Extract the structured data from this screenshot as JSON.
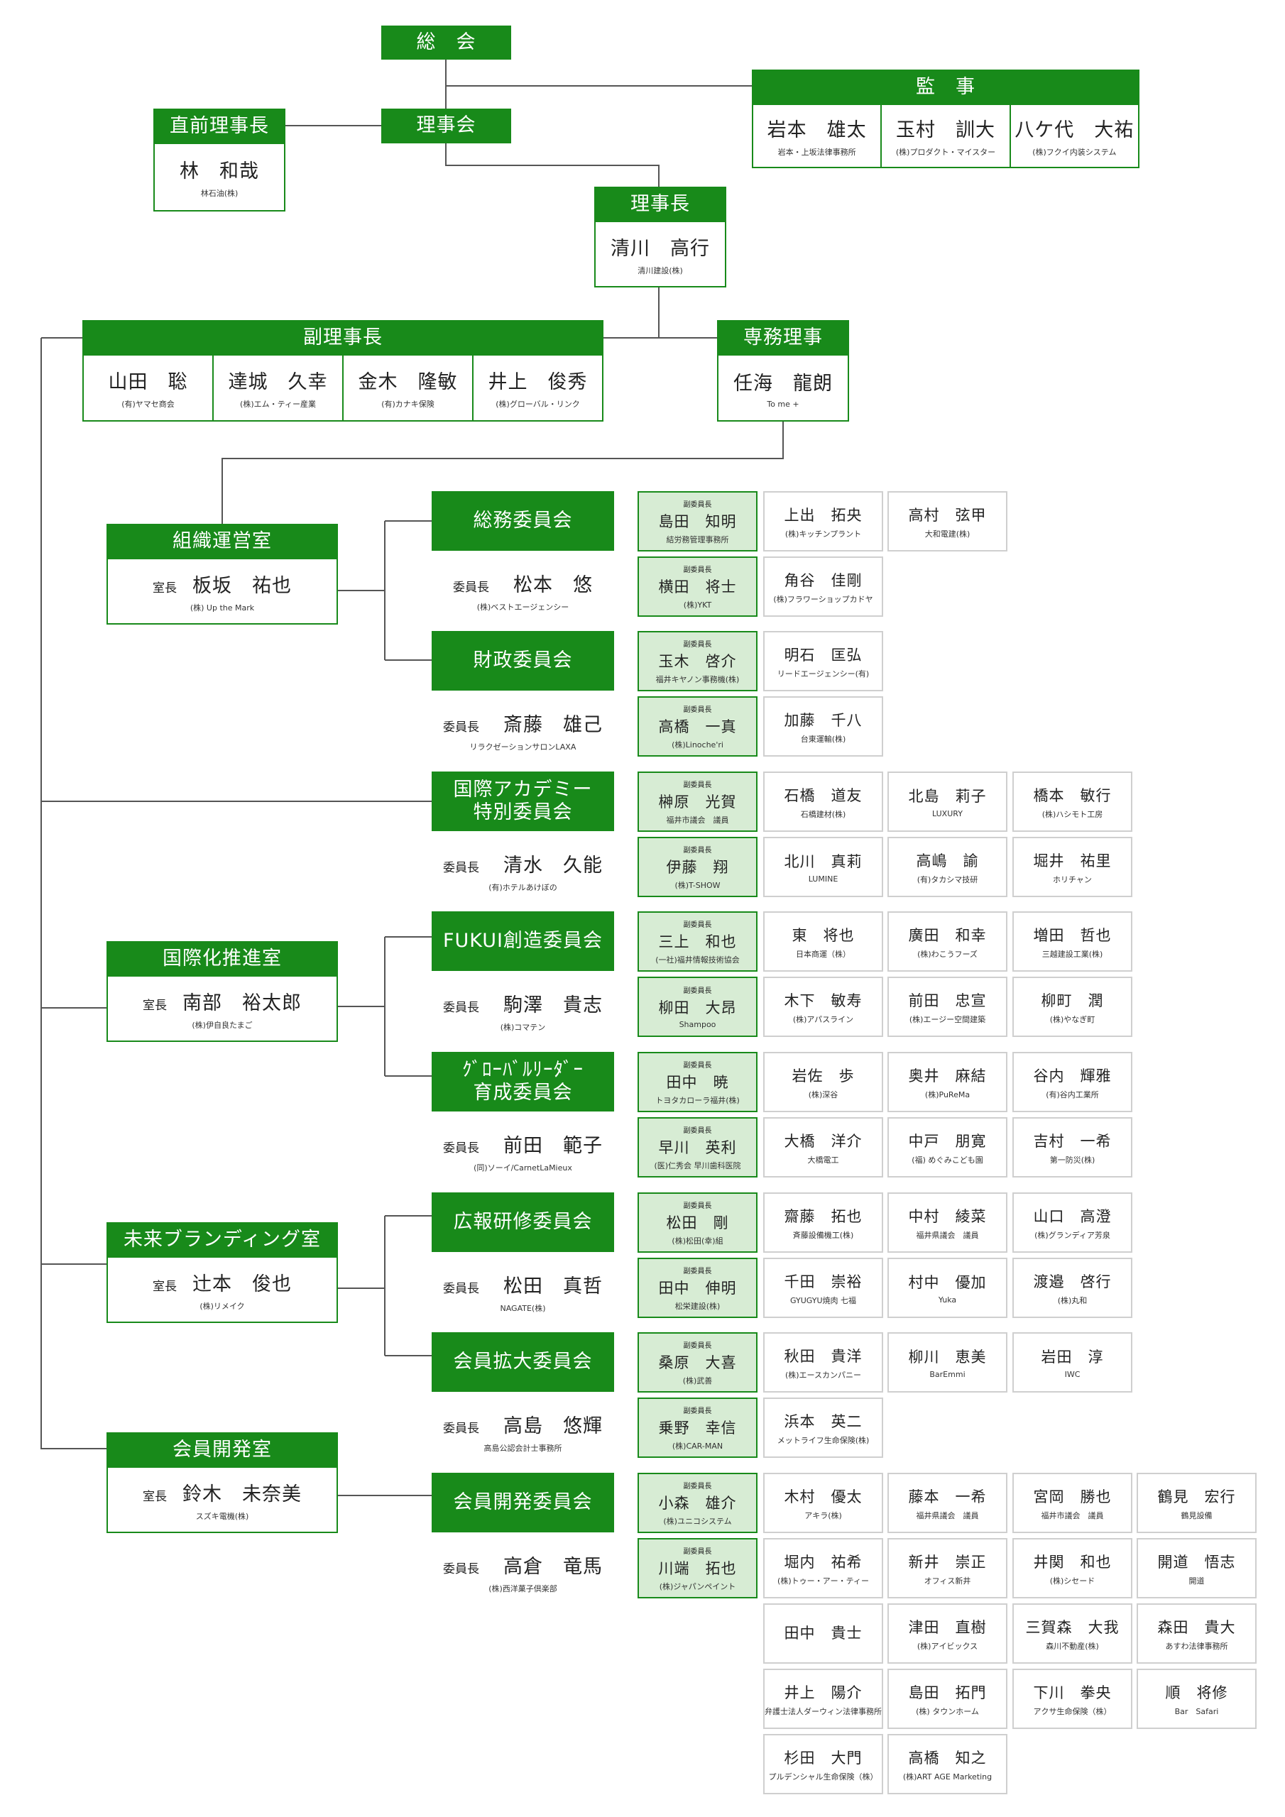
{
  "top": {
    "assembly": "総　会",
    "board": "理事会",
    "auditor": {
      "title": "監　事",
      "members": [
        {
          "name": "岩本　雄太",
          "company": "岩本・上坂法律事務所"
        },
        {
          "name": "玉村　訓大",
          "company": "(株)プロダクト・マイスター"
        },
        {
          "name": "八ケ代　大祐",
          "company": "(株)フクイ内装システム"
        }
      ]
    },
    "former": {
      "title": "直前理事長",
      "name": "林　和哉",
      "company": "林石油(株)"
    },
    "president": {
      "title": "理事長",
      "name": "清川　高行",
      "company": "清川建設(株)"
    },
    "vice": {
      "title": "副理事長",
      "members": [
        {
          "name": "山田　聡",
          "company": "(有)ヤマセ商会"
        },
        {
          "name": "達城　久幸",
          "company": "(株)エム・ティー産業"
        },
        {
          "name": "金木　隆敏",
          "company": "(有)カナキ保険"
        },
        {
          "name": "井上　俊秀",
          "company": "(株)グローバル・リンク"
        }
      ]
    },
    "executive": {
      "title": "専務理事",
      "name": "任海　龍朗",
      "company": "To me +"
    }
  },
  "offices": [
    {
      "title": "組織運営室",
      "role": "室長",
      "name": "板坂　祐也",
      "company": "(株) Up the Mark"
    },
    {
      "title": "国際化推進室",
      "role": "室長",
      "name": "南部　裕太郎",
      "company": "(株)伊自良たまご"
    },
    {
      "title": "未来ブランディング室",
      "role": "室長",
      "name": "辻本　俊也",
      "company": "(株)リメイク"
    },
    {
      "title": "会員開発室",
      "role": "室長",
      "name": "鈴木　未奈美",
      "company": "スズキ電機(株)"
    }
  ],
  "vice_label": "副委員長",
  "committees": [
    {
      "title": "総務委員会",
      "role": "委員長",
      "chair": "松本　悠",
      "chair_company": "(株)ベストエージェンシー",
      "vices": [
        {
          "name": "島田　知明",
          "company": "結労務管理事務所"
        },
        {
          "name": "横田　将士",
          "company": "(株)YKT"
        }
      ],
      "members": [
        {
          "name": "上出　拓央",
          "company": "(株)キッチンプラント"
        },
        {
          "name": "高村　弦甲",
          "company": "大和電建(株)"
        },
        {
          "name": "角谷　佳剛",
          "company": "(株)フラワーショップカドヤ"
        }
      ]
    },
    {
      "title": "財政委員会",
      "role": "委員長",
      "chair": "斎藤　雄己",
      "chair_company": "リラクゼーションサロンLAXA",
      "vices": [
        {
          "name": "玉木　啓介",
          "company": "福井キヤノン事務機(株)"
        },
        {
          "name": "高橋　一真",
          "company": "(株)Linoche'ri"
        }
      ],
      "members": [
        {
          "name": "明石　匡弘",
          "company": "リードエージェンシー(有)"
        },
        {
          "name": "加藤　千八",
          "company": "台東運輸(株)"
        }
      ]
    },
    {
      "title": "国際アカデミー\n特別委員会",
      "role": "委員長",
      "chair": "清水　久能",
      "chair_company": "(有)ホテルあけぼの",
      "vices": [
        {
          "name": "榊原　光賀",
          "company": "福井市議会　議員"
        },
        {
          "name": "伊藤　翔",
          "company": "(株)T-SHOW"
        }
      ],
      "members": [
        {
          "name": "石橋　道友",
          "company": "石橋建材(株)"
        },
        {
          "name": "北島　莉子",
          "company": "LUXURY"
        },
        {
          "name": "橋本　敏行",
          "company": "(株)ハシモト工房"
        },
        {
          "name": "北川　真莉",
          "company": "LUMINE"
        },
        {
          "name": "高嶋　諭",
          "company": "(有)タカシマ技研"
        },
        {
          "name": "堀井　祐里",
          "company": "ホリチャン"
        }
      ]
    },
    {
      "title": "FUKUI創造委員会",
      "role": "委員長",
      "chair": "駒澤　貴志",
      "chair_company": "(株)コマテン",
      "vices": [
        {
          "name": "三上　和也",
          "company": "(一社)福井情報技術協会"
        },
        {
          "name": "柳田　大昂",
          "company": "Shampoo"
        }
      ],
      "members": [
        {
          "name": "東　将也",
          "company": "日本商運（株）"
        },
        {
          "name": "廣田　和幸",
          "company": "(株)わこうフーズ"
        },
        {
          "name": "増田　哲也",
          "company": "三越建設工業(株)"
        },
        {
          "name": "木下　敏寿",
          "company": "(株)アパスライン"
        },
        {
          "name": "前田　忠宣",
          "company": "(株)エージー空間建築"
        },
        {
          "name": "柳町　潤",
          "company": "(株)やなぎ町"
        }
      ]
    },
    {
      "title": "ｸﾞﾛｰﾊﾞﾙﾘｰﾀﾞｰ\n育成委員会",
      "role": "委員長",
      "chair": "前田　範子",
      "chair_company": "(同)ソーイ/CarnetLaMieux",
      "vices": [
        {
          "name": "田中　暁",
          "company": "トヨタカローラ福井(株)"
        },
        {
          "name": "早川　英利",
          "company": "(医)仁秀会 早川歯科医院"
        }
      ],
      "members": [
        {
          "name": "岩佐　歩",
          "company": "(株)深谷"
        },
        {
          "name": "奥井　麻結",
          "company": "(株)PuReMa"
        },
        {
          "name": "谷内　輝雅",
          "company": "(有)谷内工業所"
        },
        {
          "name": "大橋　洋介",
          "company": "大橋電工"
        },
        {
          "name": "中戸　朋寛",
          "company": "(福) めぐみこども園"
        },
        {
          "name": "吉村　一希",
          "company": "第一防災(株)"
        }
      ]
    },
    {
      "title": "広報研修委員会",
      "role": "委員長",
      "chair": "松田　真哲",
      "chair_company": "NAGATE(株)",
      "vices": [
        {
          "name": "松田　剛",
          "company": "(株)松田(幸)組"
        },
        {
          "name": "田中　伸明",
          "company": "松栄建設(株)"
        }
      ],
      "members": [
        {
          "name": "齋藤　拓也",
          "company": "斉藤設備機工(株)"
        },
        {
          "name": "中村　綾菜",
          "company": "福井県議会　議員"
        },
        {
          "name": "山口　高澄",
          "company": "(株)グランディア芳泉"
        },
        {
          "name": "千田　崇裕",
          "company": "GYUGYU焼肉 七福"
        },
        {
          "name": "村中　優加",
          "company": "Yuka"
        },
        {
          "name": "渡邉　啓行",
          "company": "(株)丸和"
        }
      ]
    },
    {
      "title": "会員拡大委員会",
      "role": "委員長",
      "chair": "高島　悠輝",
      "chair_company": "高島公認会計士事務所",
      "vices": [
        {
          "name": "桑原　大喜",
          "company": "(株)武善"
        },
        {
          "name": "乗野　幸信",
          "company": "(株)CAR-MAN"
        }
      ],
      "members": [
        {
          "name": "秋田　貴洋",
          "company": "(株)エースカンパニー"
        },
        {
          "name": "柳川　恵美",
          "company": "BarEmmi"
        },
        {
          "name": "岩田　淳",
          "company": "IWC"
        },
        {
          "name": "浜本　英二",
          "company": "メットライフ生命保険(株)"
        }
      ]
    },
    {
      "title": "会員開発委員会",
      "role": "委員長",
      "chair": "高倉　竜馬",
      "chair_company": "(株)西洋菓子倶楽部",
      "vices": [
        {
          "name": "小森　雄介",
          "company": "(株)ユニコシステム"
        },
        {
          "name": "川端　拓也",
          "company": "(株)ジャパンペイント"
        }
      ],
      "members": [
        {
          "name": "木村　優太",
          "company": "アキラ(株)"
        },
        {
          "name": "藤本　一希",
          "company": "福井県議会　議員"
        },
        {
          "name": "宮岡　勝也",
          "company": "福井市議会　議員"
        },
        {
          "name": "鶴見　宏行",
          "company": "鶴見設備"
        },
        {
          "name": "堀内　祐希",
          "company": "(株)トゥー・アー・ティー"
        },
        {
          "name": "新井　崇正",
          "company": "オフィス新井"
        },
        {
          "name": "井関　和也",
          "company": "(株)シセード"
        },
        {
          "name": "開道　悟志",
          "company": "開道"
        },
        {
          "name": "田中　貴士",
          "company": ""
        },
        {
          "name": "津田　直樹",
          "company": "(株)アイビックス"
        },
        {
          "name": "三賀森　大我",
          "company": "森川不動産(株)"
        },
        {
          "name": "森田　貴大",
          "company": "あすわ法律事務所"
        },
        {
          "name": "井上　陽介",
          "company": "弁護士法人ダーウィン法律事務所"
        },
        {
          "name": "島田　拓門",
          "company": "(株) タウンホーム"
        },
        {
          "name": "下川　拳央",
          "company": "アクサ生命保険（株）"
        },
        {
          "name": "順　将修",
          "company": "Bar　Safari"
        },
        {
          "name": "杉田　大門",
          "company": "プルデンシャル生命保険（株）"
        },
        {
          "name": "高橋　知之",
          "company": "(株)ART AGE Marketing"
        }
      ]
    }
  ]
}
